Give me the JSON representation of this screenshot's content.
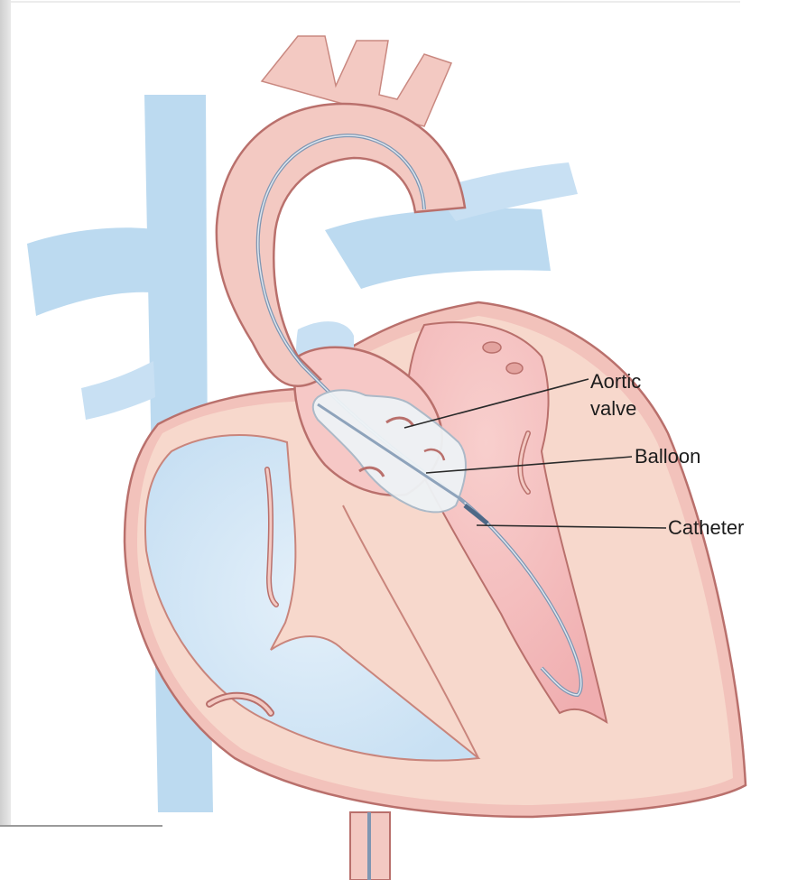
{
  "labels": {
    "aortic_valve_line1": "Aortic",
    "aortic_valve_line2": "valve",
    "balloon": "Balloon",
    "catheter": "Catheter"
  },
  "colors": {
    "vessel_blue": "#bcdaf0",
    "chamber_blue": "#d3e7f6",
    "tissue_pink": "#f2c2bb",
    "muscle_peach": "#f7d8cc",
    "lumen_pink": "#f5b9b8",
    "outline": "#b9706c",
    "catheter": "#7f96b2",
    "balloon": "#eef3f6",
    "leader": "#2a2a2a"
  }
}
